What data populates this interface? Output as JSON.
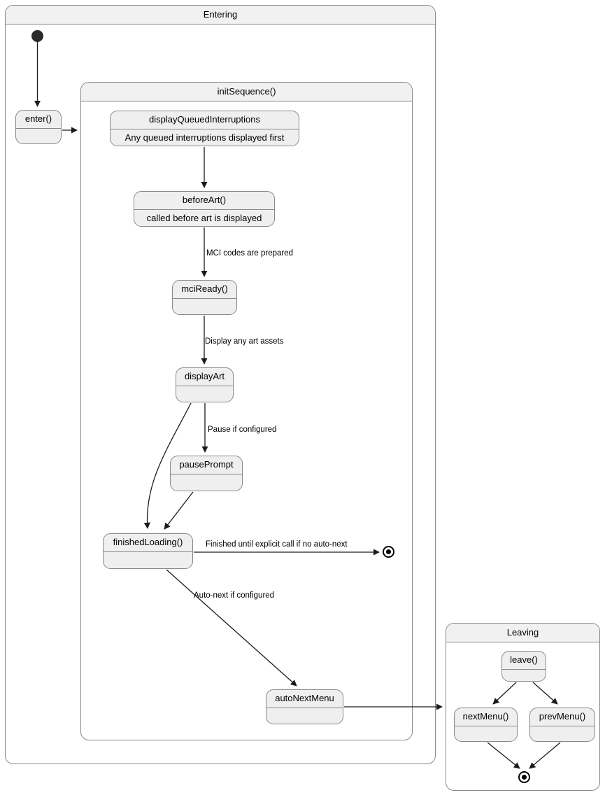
{
  "diagram": {
    "type": "uml-state-machine",
    "colors": {
      "border": "#888888",
      "state_fill": "#efefef",
      "header_fill": "#f1f1f1",
      "canvas": "#ffffff",
      "node": "#2b2b2b",
      "edge": "#1a1a1a"
    }
  },
  "entering": {
    "title": "Entering",
    "initial_node": "initial-pseudostate",
    "enter_state": {
      "title": "enter()",
      "body": ""
    }
  },
  "init_sequence": {
    "title": "initSequence()",
    "states": [
      {
        "title": "displayQueuedInterruptions",
        "body": "Any queued interruptions displayed first"
      },
      {
        "title": "beforeArt()",
        "body": "called before art is displayed"
      },
      {
        "title": "mciReady()",
        "body": ""
      },
      {
        "title": "displayArt",
        "body": ""
      },
      {
        "title": "pausePrompt",
        "body": ""
      },
      {
        "title": "finishedLoading()",
        "body": ""
      },
      {
        "title": "autoNextMenu",
        "body": ""
      }
    ],
    "transitions": [
      {
        "from": "beforeArt()",
        "to": "mciReady()",
        "label": "MCI codes are prepared"
      },
      {
        "from": "mciReady()",
        "to": "displayArt",
        "label": "Display any art assets"
      },
      {
        "from": "displayArt",
        "to": "pausePrompt",
        "label": "Pause if configured"
      },
      {
        "from": "finishedLoading()",
        "to": "final",
        "label": "Finished until explicit call if no auto-next"
      },
      {
        "from": "finishedLoading()",
        "to": "autoNextMenu",
        "label": "Auto-next if configured"
      }
    ],
    "final_node": "final-state"
  },
  "leaving": {
    "title": "Leaving",
    "states": [
      {
        "title": "leave()",
        "body": ""
      },
      {
        "title": "nextMenu()",
        "body": ""
      },
      {
        "title": "prevMenu()",
        "body": ""
      }
    ],
    "final_node": "final-state"
  }
}
